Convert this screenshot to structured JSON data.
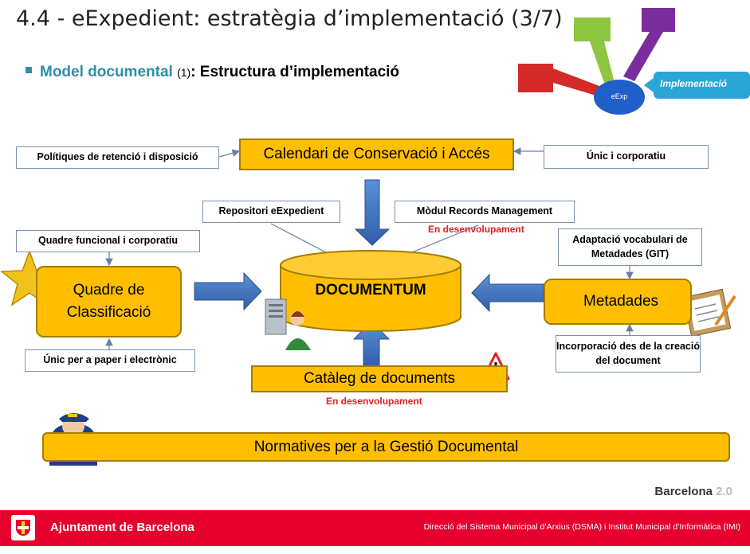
{
  "slide_title": "4.4 - eExpedient: estratègia d’implementació (3/7)",
  "subtitle": {
    "part1": "Model documental",
    "part2": "(1)",
    "part3": ":  Estructura d’implementació"
  },
  "logo": {
    "center": "eExp",
    "tag": "Implementació"
  },
  "boxes": {
    "calendari": "Calendari de Conservació i Accés",
    "documentum": "DOCUMENTUM",
    "quadre": "Quadre de Classificació",
    "metadades": "Metadades",
    "cataleg": "Catàleg de documents",
    "normatives": "Normatives per a la Gestió Documental"
  },
  "notes": {
    "politiques": "Polítiques de retenció i disposició",
    "unic_corporatiu": "Únic i corporatiu",
    "repositori": "Repositori eExpedient",
    "modul": "Mòdul Records Management",
    "quadre_funcional": "Quadre funcional i corporatiu",
    "adaptacio": "Adaptació vocabulari de Metadades (GIT)",
    "unic_paper": "Únic per a paper i electrònic",
    "incorporacio": "Incorporació des de la creació del document"
  },
  "status": {
    "modul": "En desenvolupament",
    "cataleg": "En desenvolupament"
  },
  "branding": {
    "barcelona": "Barcelona",
    "version": "2.0"
  },
  "footer": {
    "left": "Ajuntament de Barcelona",
    "right": "Direcció del Sistema Municipal d’Arxius (DSMA)  i  Institut Municipal d’Informàtica (IMI)"
  },
  "colors": {
    "box_fill": "#ffbf00",
    "arrow_blue": "#3f72b8",
    "accent": "#2e8fa6",
    "footer_red": "#e6002e",
    "status_red": "#e02020"
  }
}
